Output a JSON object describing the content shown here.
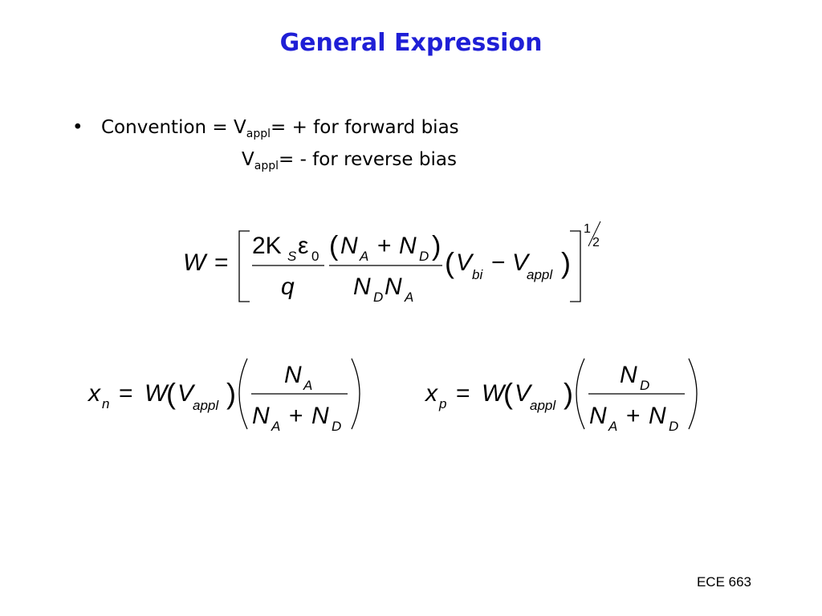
{
  "slide": {
    "title": "General Expression",
    "convention_label": "Convention = ",
    "v_letter": "V",
    "v_subscript": "appl",
    "forward_text": "= + for forward bias",
    "reverse_text": "= - for reverse bias",
    "footer": "ECE 663",
    "accent_color": "#1f1fd6"
  },
  "equations": {
    "width_eq": {
      "lhs": "W",
      "equals": "=",
      "numerator_a": "2K",
      "ks_sub": "S",
      "epsilon": "ε",
      "eps_sub": "0",
      "denominator_a": "q",
      "na": "N",
      "na_sub": "A",
      "plus": "+",
      "nd": "N",
      "nd_sub": "D",
      "den_nd": "N",
      "den_nd_sub": "D",
      "den_na": "N",
      "den_na_sub": "A",
      "vbi": "V",
      "vbi_sub": "bi",
      "minus": "−",
      "vappl": "V",
      "vappl_sub": "appl",
      "exp_num": "1",
      "exp_den": "2"
    },
    "xn_eq": {
      "lhs": "x",
      "lhs_sub": "n",
      "equals": "=",
      "w": "W",
      "v": "V",
      "v_sub": "appl",
      "num": "N",
      "num_sub": "A",
      "den_a": "N",
      "den_a_sub": "A",
      "plus": "+",
      "den_b": "N",
      "den_b_sub": "D"
    },
    "xp_eq": {
      "lhs": "x",
      "lhs_sub": "p",
      "equals": "=",
      "w": "W",
      "v": "V",
      "v_sub": "appl",
      "num": "N",
      "num_sub": "D",
      "den_a": "N",
      "den_a_sub": "A",
      "plus": "+",
      "den_b": "N",
      "den_b_sub": "D"
    }
  }
}
